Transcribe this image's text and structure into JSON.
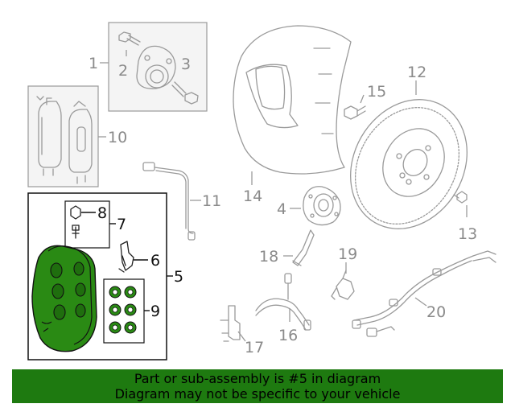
{
  "callouts": {
    "c1": "1",
    "c2": "2",
    "c3": "3",
    "c4": "4",
    "c5": "5",
    "c6": "6",
    "c7": "7",
    "c8": "8",
    "c9": "9",
    "c10": "10",
    "c11": "11",
    "c12": "12",
    "c13": "13",
    "c14": "14",
    "c15": "15",
    "c16": "16",
    "c17": "17",
    "c18": "18",
    "c19": "19",
    "c20": "20"
  },
  "banner": {
    "line1": "Part or sub-assembly is #5 in diagram",
    "line2": "Diagram may not be specific to your vehicle"
  },
  "colors": {
    "highlight_green": "#1e7a10",
    "banner_green": "#1e7a10",
    "line_gray": "#9a9a9a",
    "box_fill": "#f4f4f4"
  }
}
